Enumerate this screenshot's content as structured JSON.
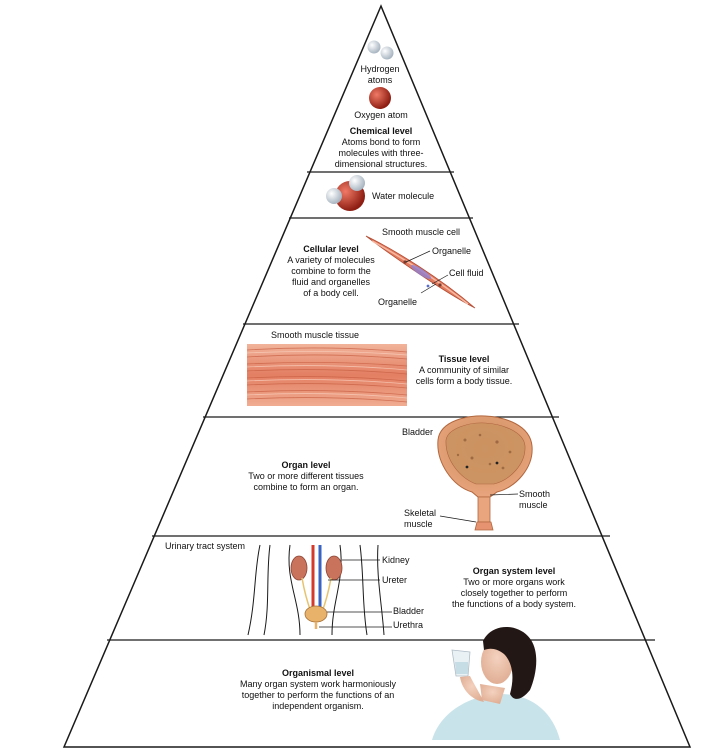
{
  "chemical": {
    "hydrogen_label": "Hydrogen\natoms",
    "oxygen_label": "Oxygen atom",
    "title": "Chemical level",
    "desc": "Atoms bond to form\nmolecules with three-\ndimensional structures."
  },
  "molecule": {
    "water_label": "Water molecule"
  },
  "cellular": {
    "caption": "Smooth muscle cell",
    "title": "Cellular level",
    "desc": "A variety of molecules\ncombine to form the\nfluid and organelles\nof a body cell.",
    "organelle_top": "Organelle",
    "cell_fluid": "Cell fluid",
    "organelle_bottom": "Organelle"
  },
  "tissue": {
    "caption": "Smooth muscle tissue",
    "title": "Tissue level",
    "desc": "A community of similar\ncells form a body tissue."
  },
  "organ": {
    "bladder_label": "Bladder",
    "title": "Organ level",
    "desc": "Two or more different tissues\ncombine to form an organ.",
    "smooth_muscle": "Smooth\nmuscle",
    "skeletal_muscle": "Skeletal\nmuscle"
  },
  "organ_system": {
    "caption": "Urinary tract system",
    "kidney": "Kidney",
    "ureter": "Ureter",
    "bladder": "Bladder",
    "urethra": "Urethra",
    "title": "Organ system level",
    "desc": "Two or more organs work\nclosely together to perform\nthe functions of a body system."
  },
  "organismal": {
    "title": "Organismal level",
    "desc": "Many organ system work harmoniously\ntogether to perform the functions of an\nindependent organism."
  },
  "colors": {
    "outline": "#1a1a1a",
    "muscle": "#e8876a",
    "oxygen": "#c0392b",
    "hydrogen": "#dfe7ee",
    "bladder": "#e9a57e",
    "kidney": "#c9725c",
    "vessel_red": "#d33a2c",
    "vessel_blue": "#3a62c2"
  }
}
